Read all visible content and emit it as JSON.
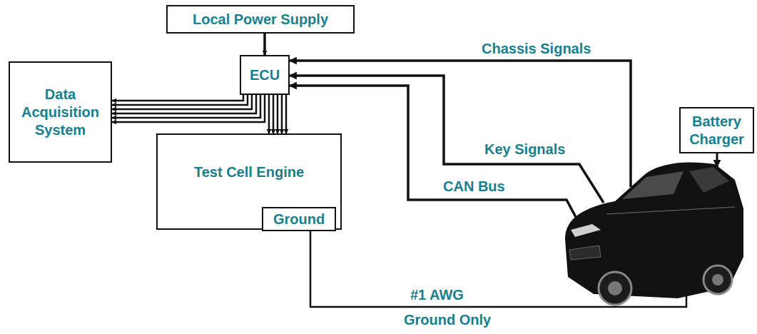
{
  "diagram": {
    "nodes": [
      {
        "text": [
          "Local Power Supply"
        ]
      },
      {
        "text": [
          "ECU"
        ]
      },
      {
        "text": [
          "Data Acquisition System"
        ]
      },
      {
        "text": [
          "Test Cell Engine"
        ]
      },
      {
        "text": [
          "Ground"
        ],
        "in": 3
      },
      {
        "text": [
          "Battery Charger"
        ]
      }
    ],
    "edges": [
      {
        "from": 0,
        "to": 1,
        "arrow": "to"
      },
      {
        "from": 1,
        "to": 2,
        "arrow": "to"
      },
      {
        "from": 1,
        "to": 2,
        "arrow": "to"
      },
      {
        "from": 1,
        "to": 2,
        "arrow": "to"
      },
      {
        "from": 1,
        "to": 2,
        "arrow": "to"
      },
      {
        "from": 1,
        "to": 2,
        "arrow": "to"
      },
      {
        "from": 1,
        "to": 2,
        "arrow": "to"
      },
      {
        "from": 1,
        "to": 3,
        "arrow": "to"
      },
      {
        "from": 1,
        "to": 3,
        "arrow": "to"
      },
      {
        "from": 1,
        "to": 3,
        "arrow": "to"
      },
      {
        "from": 1,
        "to": 3,
        "arrow": "to"
      },
      {
        "from": 1,
        "to": 3,
        "arrow": "to"
      }
    ],
    "labels": [
      "Chassis Signals",
      "Key Signals",
      "CAN Bus",
      "#1 AWG",
      "Ground Only"
    ]
  }
}
